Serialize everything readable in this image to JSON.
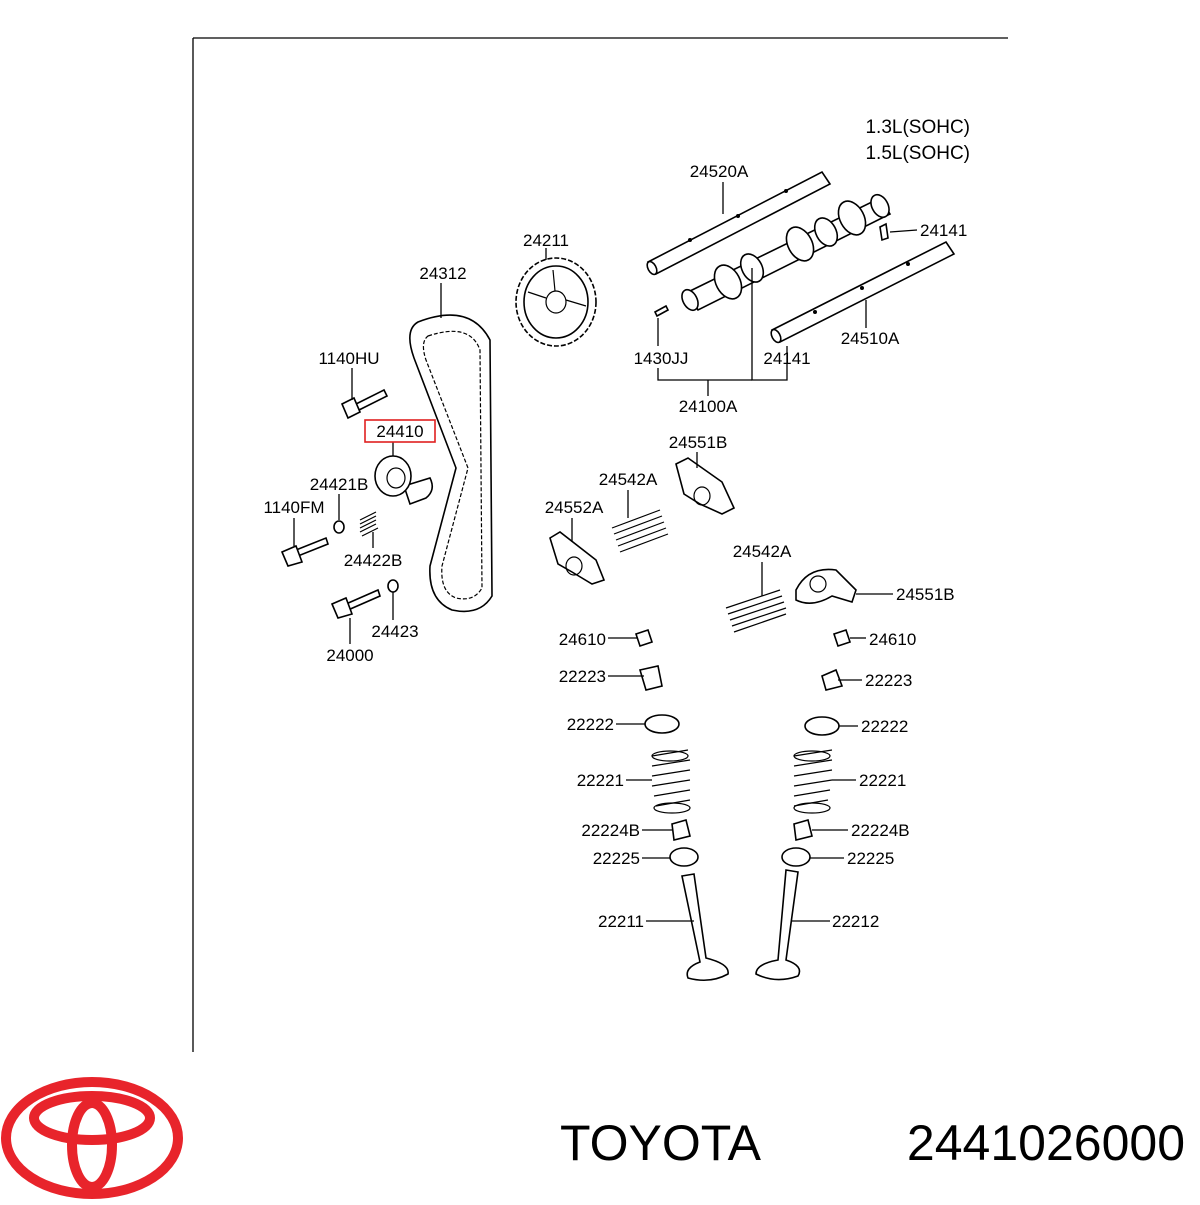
{
  "header": {
    "line1": "1.3L(SOHC)",
    "line2": "1.5L(SOHC)"
  },
  "callouts": [
    {
      "id": "c1",
      "text": "24520A"
    },
    {
      "id": "c2",
      "text": "24141"
    },
    {
      "id": "c3",
      "text": "24211"
    },
    {
      "id": "c4",
      "text": "24312"
    },
    {
      "id": "c5",
      "text": "24510A"
    },
    {
      "id": "c6",
      "text": "1140HU"
    },
    {
      "id": "c7",
      "text": "1430JJ"
    },
    {
      "id": "c8",
      "text": "24141"
    },
    {
      "id": "c9",
      "text": "24100A"
    },
    {
      "id": "c10",
      "text": "24410"
    },
    {
      "id": "c11",
      "text": "24551B"
    },
    {
      "id": "c12",
      "text": "24421B"
    },
    {
      "id": "c13",
      "text": "24542A"
    },
    {
      "id": "c14",
      "text": "1140FM"
    },
    {
      "id": "c15",
      "text": "24552A"
    },
    {
      "id": "c16",
      "text": "24422B"
    },
    {
      "id": "c17",
      "text": "24542A"
    },
    {
      "id": "c18",
      "text": "24551B"
    },
    {
      "id": "c19",
      "text": "24423"
    },
    {
      "id": "c20",
      "text": "24000"
    },
    {
      "id": "c21",
      "text": "24610"
    },
    {
      "id": "c22",
      "text": "24610"
    },
    {
      "id": "c23",
      "text": "22223"
    },
    {
      "id": "c24",
      "text": "22223"
    },
    {
      "id": "c25",
      "text": "22222"
    },
    {
      "id": "c26",
      "text": "22222"
    },
    {
      "id": "c27",
      "text": "22221"
    },
    {
      "id": "c28",
      "text": "22221"
    },
    {
      "id": "c29",
      "text": "22224B"
    },
    {
      "id": "c30",
      "text": "22224B"
    },
    {
      "id": "c31",
      "text": "22225"
    },
    {
      "id": "c32",
      "text": "22225"
    },
    {
      "id": "c33",
      "text": "22211"
    },
    {
      "id": "c34",
      "text": "22212"
    }
  ],
  "highlight": {
    "callout_id": "c10",
    "color": "#e02020"
  },
  "footer": {
    "brand_name": "TOYOTA",
    "part_number": "2441026000",
    "logo_color": "#e8242b"
  }
}
